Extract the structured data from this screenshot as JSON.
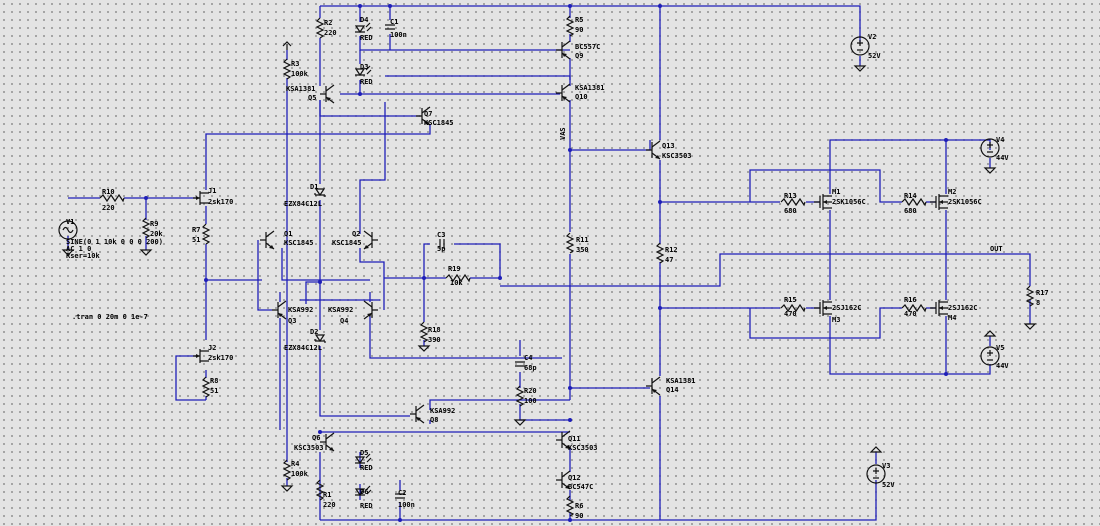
{
  "wire_color": "#1f1fb8",
  "spice_directive": ".tran 0 20m 0 1e-7",
  "net_labels": {
    "out": "OUT",
    "vas": "VAS"
  },
  "components": {
    "R1": {
      "ref": "R1",
      "value": "220"
    },
    "R2": {
      "ref": "R2",
      "value": "220"
    },
    "R3": {
      "ref": "R3",
      "value": "100k"
    },
    "R4": {
      "ref": "R4",
      "value": "100k"
    },
    "R5": {
      "ref": "R5",
      "value": "90"
    },
    "R6": {
      "ref": "R6",
      "value": "90"
    },
    "R7": {
      "ref": "R7",
      "value": "51"
    },
    "R8": {
      "ref": "R8",
      "value": "51"
    },
    "R9": {
      "ref": "R9",
      "value": "20k"
    },
    "R10": {
      "ref": "R10",
      "value": "220"
    },
    "R11": {
      "ref": "R11",
      "value": "350"
    },
    "R12": {
      "ref": "R12",
      "value": "47"
    },
    "R13": {
      "ref": "R13",
      "value": "680"
    },
    "R14": {
      "ref": "R14",
      "value": "680"
    },
    "R15": {
      "ref": "R15",
      "value": "470"
    },
    "R16": {
      "ref": "R16",
      "value": "470"
    },
    "R17": {
      "ref": "R17",
      "value": "8"
    },
    "R18": {
      "ref": "R18",
      "value": "390"
    },
    "R19": {
      "ref": "R19",
      "value": "10k"
    },
    "R20": {
      "ref": "R20",
      "value": "100"
    },
    "C1": {
      "ref": "C1",
      "value": "100n"
    },
    "C2": {
      "ref": "C2",
      "value": "100n"
    },
    "C3": {
      "ref": "C3",
      "value": "5p"
    },
    "C4": {
      "ref": "C4",
      "value": "68p"
    },
    "D1": {
      "ref": "D1",
      "value": "EZX84C12L"
    },
    "D2": {
      "ref": "D2",
      "value": "EZX84C12L"
    },
    "D3": {
      "ref": "D3",
      "value": "RED"
    },
    "D4": {
      "ref": "D4",
      "value": "RED"
    },
    "D5": {
      "ref": "D5",
      "value": "RED"
    },
    "D6": {
      "ref": "D6",
      "value": "RED"
    },
    "Q1": {
      "ref": "Q1",
      "value": "KSC1845"
    },
    "Q2": {
      "ref": "Q2",
      "value": "KSC1845"
    },
    "Q3": {
      "ref": "Q3",
      "value": "KSA992"
    },
    "Q4": {
      "ref": "Q4",
      "value": "KSA992"
    },
    "Q5": {
      "ref": "Q5",
      "value": "KSA1381"
    },
    "Q6": {
      "ref": "Q6",
      "value": "KSC3503"
    },
    "Q7": {
      "ref": "Q7",
      "value": "KSC1845"
    },
    "Q8": {
      "ref": "Q8",
      "value": "KSA992"
    },
    "Q9": {
      "ref": "Q9",
      "value": "BC557C"
    },
    "Q10": {
      "ref": "Q10",
      "value": "KSA1381"
    },
    "Q11": {
      "ref": "Q11",
      "value": "KSC3503"
    },
    "Q12": {
      "ref": "Q12",
      "value": "BC547C"
    },
    "Q13": {
      "ref": "Q13",
      "value": "KSC3503"
    },
    "Q14": {
      "ref": "Q14",
      "value": "KSA1381"
    },
    "J1": {
      "ref": "J1",
      "value": "2sk170"
    },
    "J2": {
      "ref": "J2",
      "value": "2sk170"
    },
    "M1": {
      "ref": "M1",
      "value": "2SK1056C"
    },
    "M2": {
      "ref": "M2",
      "value": "2SK1056C"
    },
    "M3": {
      "ref": "M3",
      "value": "2SJ162C"
    },
    "M4": {
      "ref": "M4",
      "value": "2SJ162C"
    },
    "V1": {
      "ref": "V1",
      "value": "SINE(0 1 10k 0 0 0 200)",
      "ac": "AC 1 0",
      "rser": "Rser=10k"
    },
    "V2": {
      "ref": "V2",
      "value": "52V"
    },
    "V3": {
      "ref": "V3",
      "value": "52V"
    },
    "V4": {
      "ref": "V4",
      "value": "44V"
    },
    "V5": {
      "ref": "V5",
      "value": "44V"
    }
  }
}
